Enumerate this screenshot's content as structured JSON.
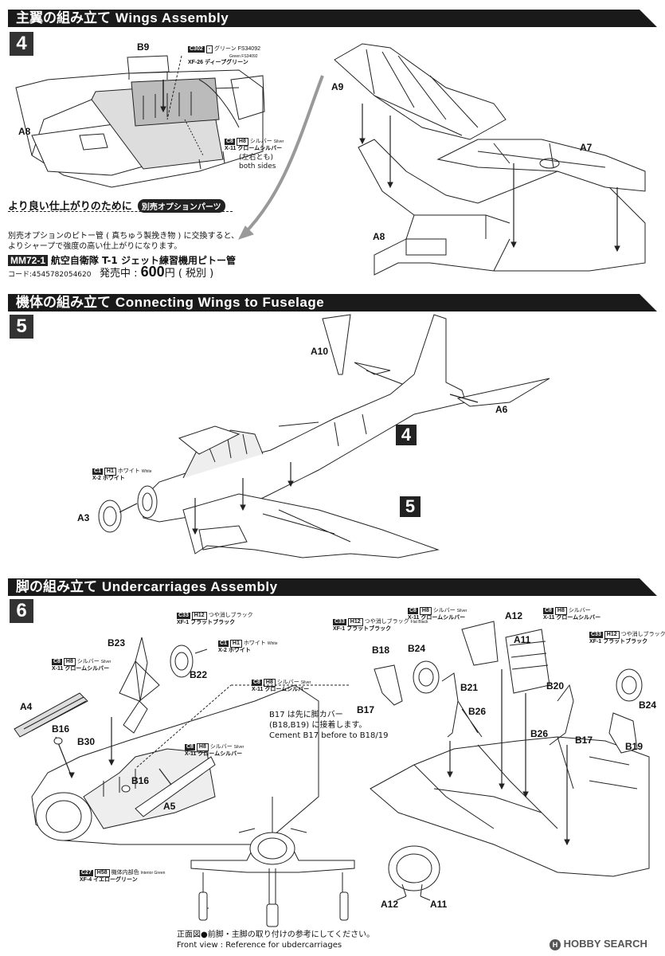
{
  "sections": {
    "wings": {
      "title_jp": "主翼の組み立て",
      "title_en": "Wings Assembly",
      "step": "4"
    },
    "connect": {
      "title_jp": "機体の組み立て",
      "title_en": "Connecting Wings to Fuselage",
      "step": "5"
    },
    "gear": {
      "title_jp": "脚の組み立て",
      "title_en": "Undercarriages Assembly",
      "step": "6"
    }
  },
  "step4_labels": {
    "b9": "B9",
    "a8_left": "A8",
    "a9": "A9",
    "a7": "A7",
    "a8_right": "A8"
  },
  "step4_paint": {
    "c302_code": "C302",
    "c302_dash": "-",
    "c302_jp": "グリーン FS34092",
    "c302_en": "Green FS34092",
    "c302_xf": "XF-26 ディープグリーン",
    "c8_code": "C8",
    "h8_code": "H8",
    "c8_jp": "シルバー",
    "c8_en": "Silver",
    "c8_xf": "X-11 クロームシルバー",
    "both_jp": "(左右とも)",
    "both_en": "both sides"
  },
  "option": {
    "heading": "より良い仕上がりのために",
    "badge": "別売オプションパーツ",
    "desc1": "別売オプションのピトー管 ( 真ちゅう製挽き物 ) に交換すると、",
    "desc2": "よりシャープで強度の高い仕上がりになります。",
    "product_code": "MM72-1",
    "product_name": "航空自衛隊 T-1 ジェット練習機用ピトー管",
    "jan": "コード:4545782054620",
    "price_prefix": "発売中 :",
    "price": "600",
    "price_suffix": "円 ( 税別 )"
  },
  "step5_labels": {
    "a10": "A10",
    "a6": "A6",
    "a3": "A3",
    "ref4": "4",
    "ref5": "5"
  },
  "step5_paint": {
    "c1_code": "C1",
    "h1_code": "H1",
    "c1_jp": "ホワイト",
    "c1_en": "White",
    "c1_xf": "X-2 ホワイト"
  },
  "step6_labels": {
    "a4": "A4",
    "b16a": "B16",
    "b30": "B30",
    "b16b": "B16",
    "a5": "A5",
    "b23": "B23",
    "b22": "B22",
    "b18": "B18",
    "b24a": "B24",
    "b17a": "B17",
    "b21": "B21",
    "b26a": "B26",
    "a12a": "A12",
    "a11a": "A11",
    "b20": "B20",
    "b26b": "B26",
    "b17b": "B17",
    "b19": "B19",
    "b24b": "B24",
    "a12b": "A12",
    "a11b": "A11"
  },
  "step6_paint": {
    "c33_code": "C33",
    "h12_code": "H12",
    "c33_jp": "つや消しブラック",
    "c33_en": "Flat Black",
    "c33_xf": "XF-1 フラットブラック",
    "c1_code": "C1",
    "h1_code": "H1",
    "c1_jp": "ホワイト",
    "c1_en": "White",
    "c1_xf": "X-2 ホワイト",
    "c8_code": "C8",
    "h8_code": "H8",
    "c8_jp": "シルバー",
    "c8_en": "Silver",
    "c8_xf": "X-11 クロームシルバー",
    "c27_code": "C27",
    "h58_code": "H58",
    "c27_jp": "機体内部色",
    "c27_en": "Interior Green",
    "c27_xf": "XF-4 イエローグリーン"
  },
  "step6_notes": {
    "cement_jp1": "B17 は先に脚カバー",
    "cement_jp2": "(B18,B19) に接着します。",
    "cement_en": "Cement B17 before to B18/19",
    "front_jp": "正面図●前脚・主脚の取り付けの参考にしてください。",
    "front_en": "Front view : Reference for ubdercarriages"
  },
  "watermark": "HOBBY SEARCH",
  "colors": {
    "bar": "#1a1a1a",
    "line": "#222222",
    "fill": "#ffffff"
  }
}
